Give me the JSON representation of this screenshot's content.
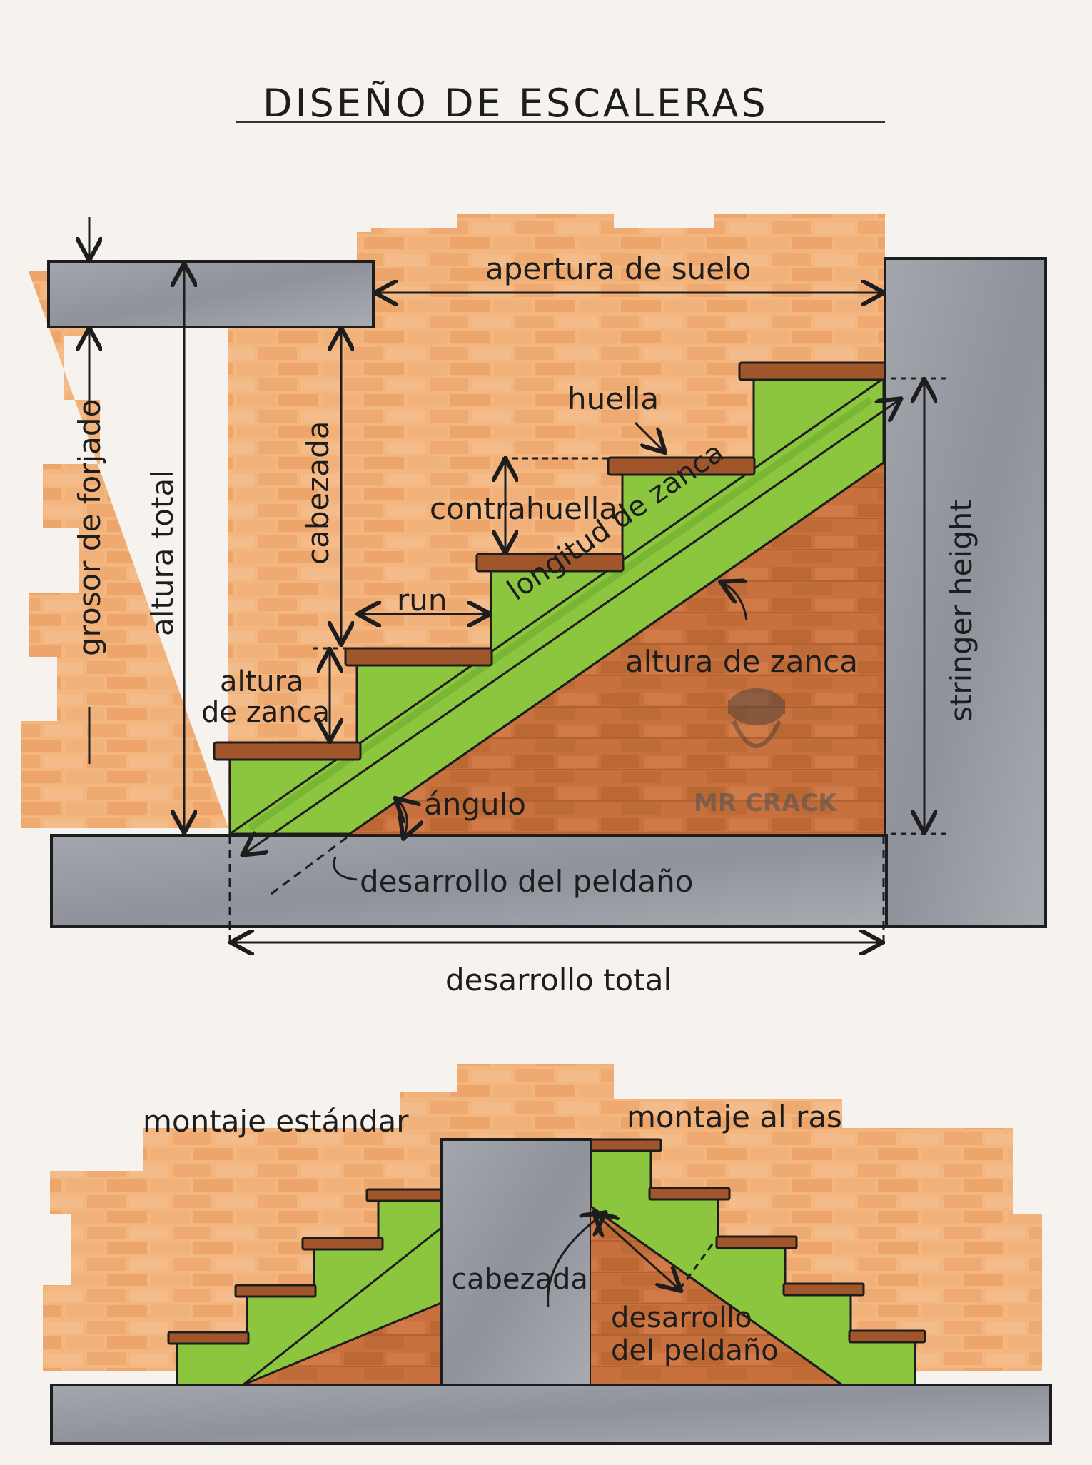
{
  "title": "DISEÑO DE ESCALERAS",
  "labels": {
    "apertura_de_suelo": "apertura de suelo",
    "huella": "huella",
    "contrahuella": "contrahuella",
    "run": "run",
    "altura_de_zanca_left_line1": "altura",
    "altura_de_zanca_left_line2": "de zanca",
    "altura_de_zanca_right": "altura de zanca",
    "longitud_de_zanca": "longitud de zanca",
    "angulo": "ángulo",
    "desarrollo_del_peldano": "desarrollo del peldaño",
    "desarrollo_total": "desarrollo total",
    "grosor_de_forjado": "grosor de forjado",
    "altura_total": "altura total",
    "cabezada": "cabezada",
    "stringer_height": "stringer height"
  },
  "lower": {
    "montaje_estandar": "montaje estándar",
    "montaje_al_ras": "montaje al ras",
    "cabezada": "cabezada",
    "desarrollo_line1": "desarrollo",
    "desarrollo_line2": "del peldaño"
  },
  "watermark": "MR CRACK",
  "colors": {
    "background": "#f6f3ee",
    "brick_light": "#f3b67f",
    "brick_dark": "#d9884f",
    "stringer_green": "#8cc63f",
    "green_dark": "#5e9a22",
    "tread_brown": "#a0552a",
    "concrete_gray": "#9a9ca4",
    "wedge_brick": "#c8713f",
    "ink": "#1d1d1d"
  }
}
